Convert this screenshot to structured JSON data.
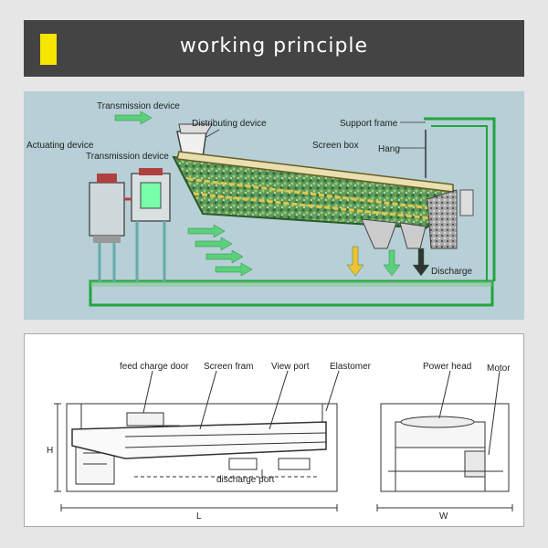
{
  "header": {
    "title": "working principle",
    "accent": "#f6e600"
  },
  "top_diagram": {
    "labels": {
      "transmission_device_1": "Transmission device",
      "distributing_device": "Distributing device",
      "support_frame": "Support frame",
      "actuating_device": "Actuating device",
      "transmission_device_2": "Transmission device",
      "screen_box": "Screen box",
      "hang": "Hang",
      "discharge": "Discharge"
    }
  },
  "bottom_diagram": {
    "labels": {
      "feed_charge_door": "feed charge door",
      "screen_fram": "Screen fram",
      "view_port": "View port",
      "elastomer": "Elastomer",
      "power_head": "Power head",
      "motor": "Motor",
      "discharge_port": "discharge port",
      "dim_h": "H",
      "dim_l": "L",
      "dim_w": "W"
    }
  }
}
